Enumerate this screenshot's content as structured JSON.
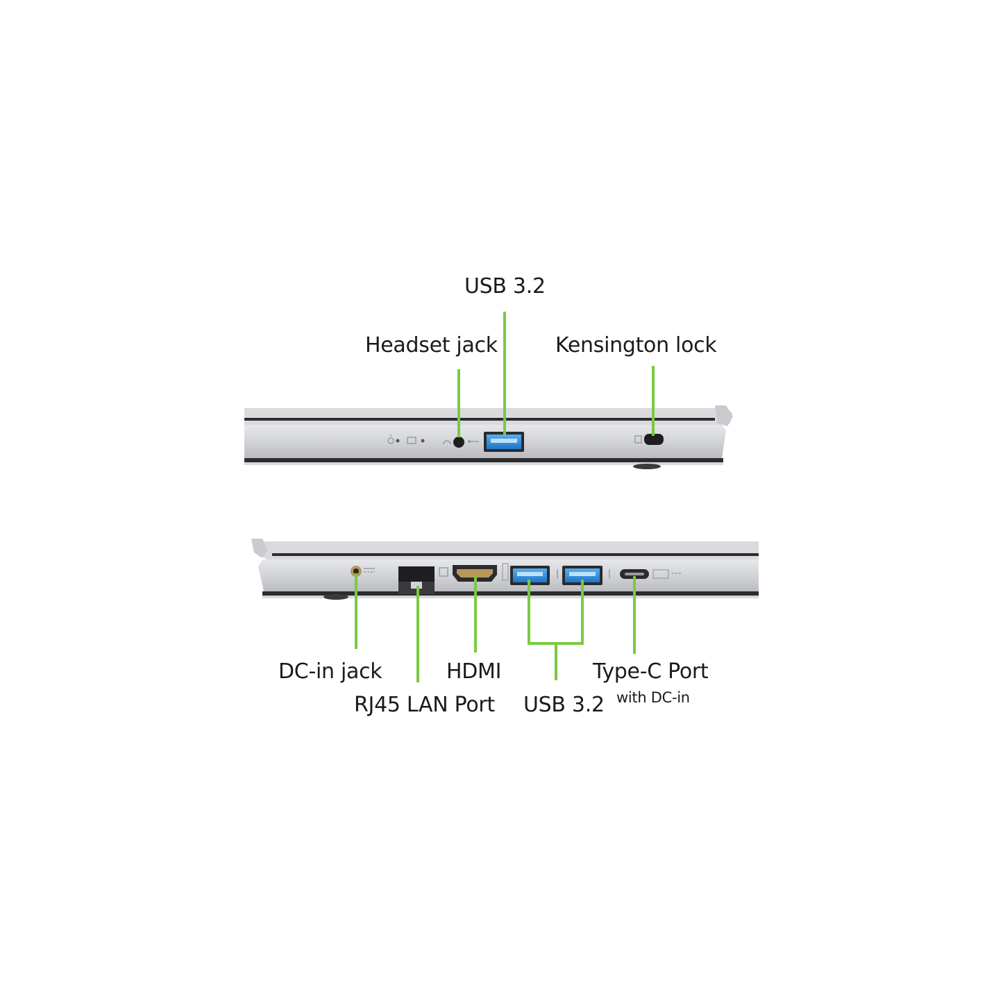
{
  "colors": {
    "callout_line": "#7ac943",
    "chassis_light": "#dcdde0",
    "chassis_mid": "#c4c6ca",
    "chassis_dark": "#2c2c2e",
    "usb_blue": "#2f8fe0",
    "text": "#1a1a1a"
  },
  "right_side": {
    "usb_label": "USB 3.2",
    "headset_label": "Headset jack",
    "kensington_label": "Kensington lock"
  },
  "left_side": {
    "dcin_label": "DC-in jack",
    "rj45_label": "RJ45 LAN Port",
    "hdmi_label": "HDMI",
    "usb_label": "USB 3.2",
    "typec_label": "Type-C Port",
    "typec_sublabel": "with DC-in"
  },
  "icons": [
    "power-led-icon",
    "battery-led-icon",
    "headset-icon",
    "usb-symbol-icon",
    "lock-symbol-icon",
    "dc-symbol-icon",
    "lan-symbol-icon",
    "hdmi-symbol-icon",
    "usb-symbol-icon",
    "usb-c-symbol-icon"
  ]
}
